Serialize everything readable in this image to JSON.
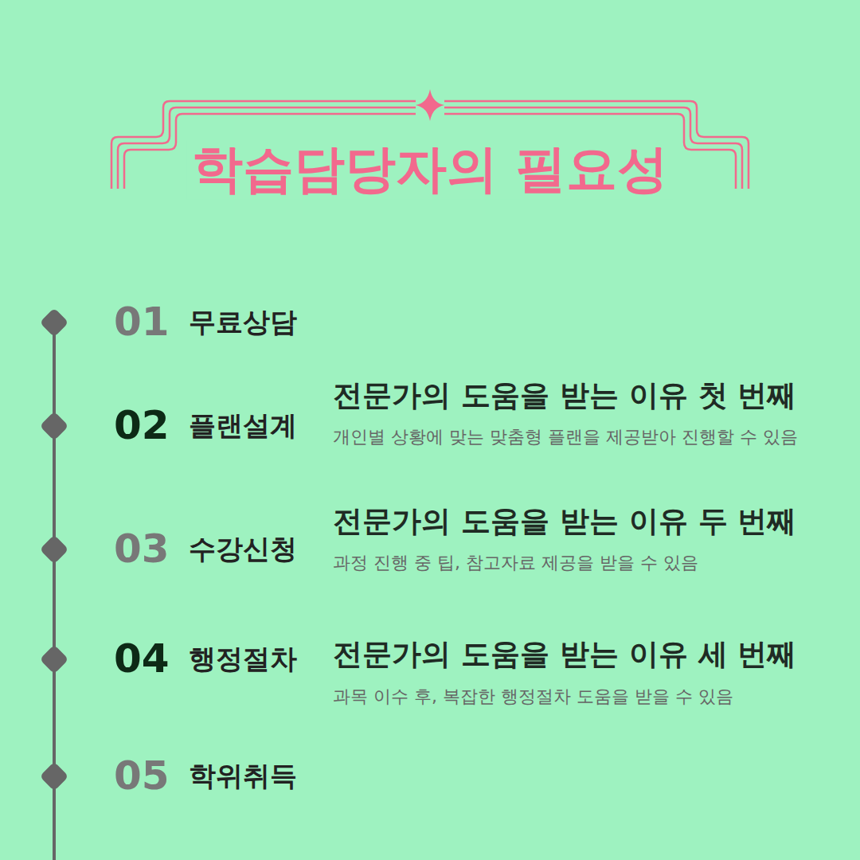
{
  "diagram": {
    "title": "학습담당자의 필요성",
    "labels": [
      "01",
      "무료상담",
      "02",
      "플랜설계",
      "전문가의 도움을 받는 이유 첫 번째",
      "개인별 상황에 맞는 맞춤형 플랜을 제공받아 진행할 수 있음",
      "03",
      "수강신청",
      "전문가의 도움을 받는 이유 두 번째",
      "과정 진행 중 팁, 참고자료 제공을 받을 수 있음",
      "04",
      "행정절차",
      "전문가의 도움을 받는 이유 세 번째",
      "과목 이수 후, 복잡한 행정절차 도움을 받을 수 있음",
      "05",
      "학위취득"
    ]
  }
}
